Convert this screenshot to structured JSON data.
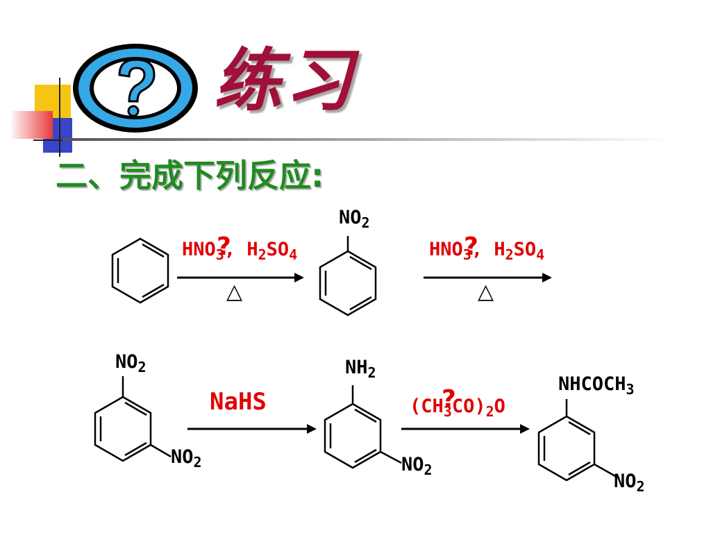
{
  "title": "练习",
  "subtitle": "二、完成下列反应:",
  "colors": {
    "title": "#a01038",
    "subtitle": "#218a21",
    "reagent": "#e00000",
    "accent_yellow": "#f6c514",
    "accent_blue": "#3a44c8",
    "accent_red": "#e83a3a",
    "badge_blue": "#36a8e6"
  },
  "badge": {
    "symbol": "?",
    "icon": "question-badge-icon"
  },
  "reaction1": {
    "reagent_a": {
      "base": "HNO",
      "sub": "3",
      "sep": ", H",
      "sub2": "2",
      "tail": "SO",
      "sub3": "4"
    },
    "reagent_b": {
      "base": "HNO",
      "sub": "3",
      "sep": ", H",
      "sub2": "2",
      "tail": "SO",
      "sub3": "4"
    },
    "condition": "△",
    "product1_group": {
      "base": "NO",
      "sub": "2"
    },
    "unknown": "?"
  },
  "reaction2": {
    "start_group_top": {
      "base": "NO",
      "sub": "2"
    },
    "start_group_meta": {
      "base": "NO",
      "sub": "2"
    },
    "reagent_a": "NaHS",
    "mid_group_top": {
      "base": "NH",
      "sub": "2"
    },
    "mid_group_meta": {
      "base": "NO",
      "sub": "2"
    },
    "reagent_b": {
      "open": "(CH",
      "sub": "3",
      "mid": "CO)",
      "sub2": "2",
      "tail": "O"
    },
    "final_group_top": {
      "base": "NHCOCH",
      "sub": "3"
    },
    "final_group_meta": {
      "base": "NO",
      "sub": "2"
    },
    "unknown": "?"
  }
}
